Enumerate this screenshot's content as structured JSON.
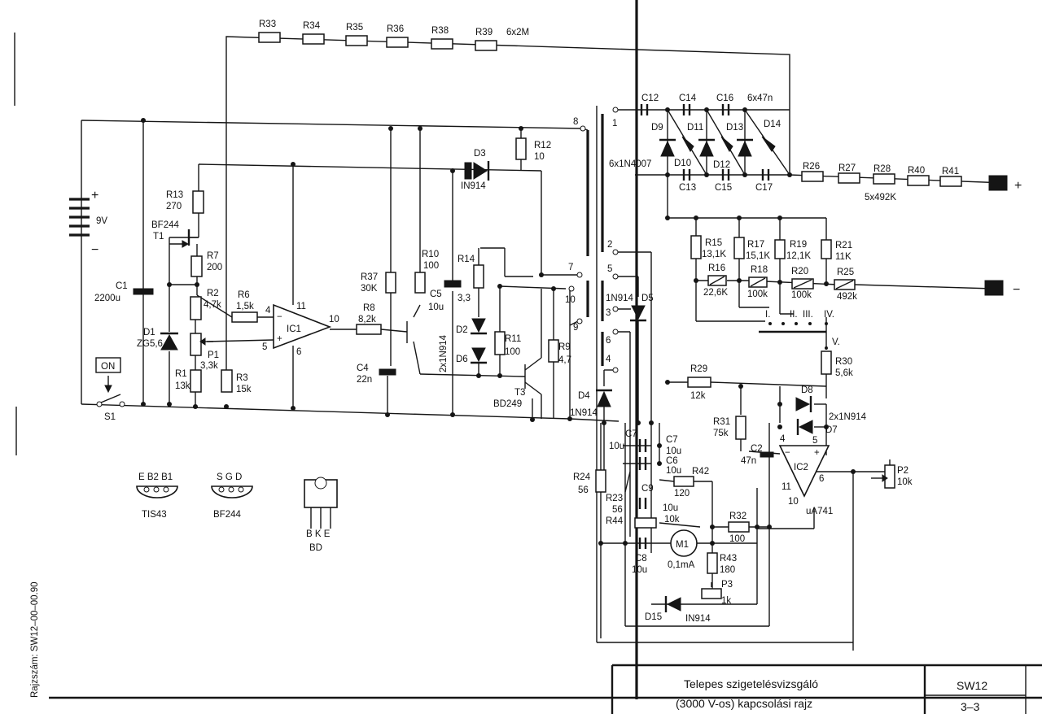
{
  "sidebar_note": "Rajzszám: SW12–00–00.90",
  "title_block": {
    "title_line1": "Telepes szigetelésvizsgáló",
    "title_line2": "(3000 V-os) kapcsolási rajz",
    "code": "SW12",
    "sheet": "3–3"
  },
  "components": {
    "R33": "R33",
    "R34": "R34",
    "R35": "R35",
    "R36": "R36",
    "R38": "R38",
    "R39": "R39",
    "R39_note": "6x2M",
    "R12": "R12",
    "R12_v": "10",
    "D3": "D3",
    "D3_v": "IN914",
    "R13": "R13",
    "R13_v": "270",
    "T1_t": "BF244",
    "T1": "T1",
    "R7": "R7",
    "R7_v": "200",
    "R2": "R2",
    "R2_v": "4,7k",
    "R6": "R6",
    "R6_v": "1,5k",
    "P1": "P1",
    "P1_v": "3,3k",
    "R1": "R1",
    "R1_v": "13k",
    "R3": "R3",
    "R3_v": "15k",
    "D1": "D1",
    "D1_v": "ZG5,6",
    "C1": "C1",
    "C1_v": "2200u",
    "batt": "9V",
    "plus": "+",
    "minus": "−",
    "on": "ON",
    "S1": "S1",
    "IC1": "IC1",
    "ic1_p4": "4",
    "ic1_p5": "5",
    "ic1_p11": "11",
    "ic1_p6": "6",
    "ic1_p10": "10",
    "R37": "R37",
    "R37_v": "30K",
    "R8": "R8",
    "R8_v": "8,2k",
    "C4": "C4",
    "C4_v": "22n",
    "R10": "R10",
    "R10_v": "100",
    "C5": "C5",
    "C5_v": "10u",
    "R14": "R14",
    "R14_v": "3,3",
    "D2": "D2",
    "D6": "D6",
    "D26_v": "2x1N914",
    "R11": "R11",
    "R11_v": "100",
    "T3": "T3",
    "T3_v": "BD249",
    "R9": "R9",
    "R9_v": "4,7",
    "tr_8": "8",
    "tr_7": "7",
    "tr_10": "10",
    "tr_9": "9",
    "tr_1": "1",
    "tr_2": "2",
    "tr_5": "5",
    "tr_3": "3",
    "tr_6": "6",
    "tr_4": "4",
    "D4": "D4",
    "D4_v": "1N914",
    "D5": "D5",
    "D5_v": "1N914",
    "casc_diodes": "6x1N4007",
    "C12": "C12",
    "C14": "C14",
    "C16": "C16",
    "caps_top_v": "6x47n",
    "D9": "D9",
    "D11": "D11",
    "D13": "D13",
    "D14": "D14",
    "D10": "D10",
    "D12": "D12",
    "C13": "C13",
    "C15": "C15",
    "C17": "C17",
    "R26": "R26",
    "R27": "R27",
    "R28": "R28",
    "R40": "R40",
    "R41": "R41",
    "rstring_v": "5x492K",
    "out_plus": "+",
    "out_minus": "−",
    "R15": "R15",
    "R15_v": "13,1K",
    "R17": "R17",
    "R17_v": "15,1K",
    "R19": "R19",
    "R19_v": "12,1K",
    "R21": "R21",
    "R21_v": "11K",
    "R16": "R16",
    "R16_v": "22,6K",
    "R18": "R18",
    "R18_v": "100k",
    "R20": "R20",
    "R20_v": "100k",
    "R25": "R25",
    "R25_v": "492k",
    "rng_I": "I.",
    "rng_II": "II.",
    "rng_III": "III.",
    "rng_IV": "IV.",
    "rng_V": "V.",
    "R30": "R30",
    "R30_v": "5,6k",
    "R29": "R29",
    "R29_v": "12k",
    "D8": "D8",
    "D7": "D7",
    "D78_v": "2x1N914",
    "R31": "R31",
    "R31_v": "75k",
    "C2": "C2",
    "C2_v": "47n",
    "IC2": "IC2",
    "IC2_v": "uA741",
    "ic2_p4": "4",
    "ic2_p5": "5",
    "ic2_p6": "6",
    "ic2_p11": "11",
    "ic2_p10": "10",
    "P2": "P2",
    "P2_v": "10k",
    "C7a": "C7",
    "C7a_v": "10u",
    "C7b": "C7",
    "C7b_v": "10u",
    "C6": "C6",
    "C6_v": "10u",
    "R42": "R42",
    "R42_v": "120",
    "R24": "R24",
    "R24_v": "56",
    "R23": "R23",
    "R23_v": "56",
    "C9": "C9",
    "C9_v": "10u",
    "R44": "R44",
    "R44_v": "10k",
    "R32": "R32",
    "R32_v": "100",
    "C8": "C8",
    "C8_v": "10u",
    "M1": "M1",
    "M1_v": "0,1mA",
    "R43": "R43",
    "R43_v": "180",
    "P3": "P3",
    "P3_v": "1k",
    "D15": "D15",
    "D15_v": "IN914"
  },
  "pinouts": {
    "tis43_pins": "E B2 B1",
    "tis43": "TIS43",
    "bf244_pins": "S G D",
    "bf244": "BF244",
    "bd_pins": "B K E",
    "bd": "BD"
  }
}
